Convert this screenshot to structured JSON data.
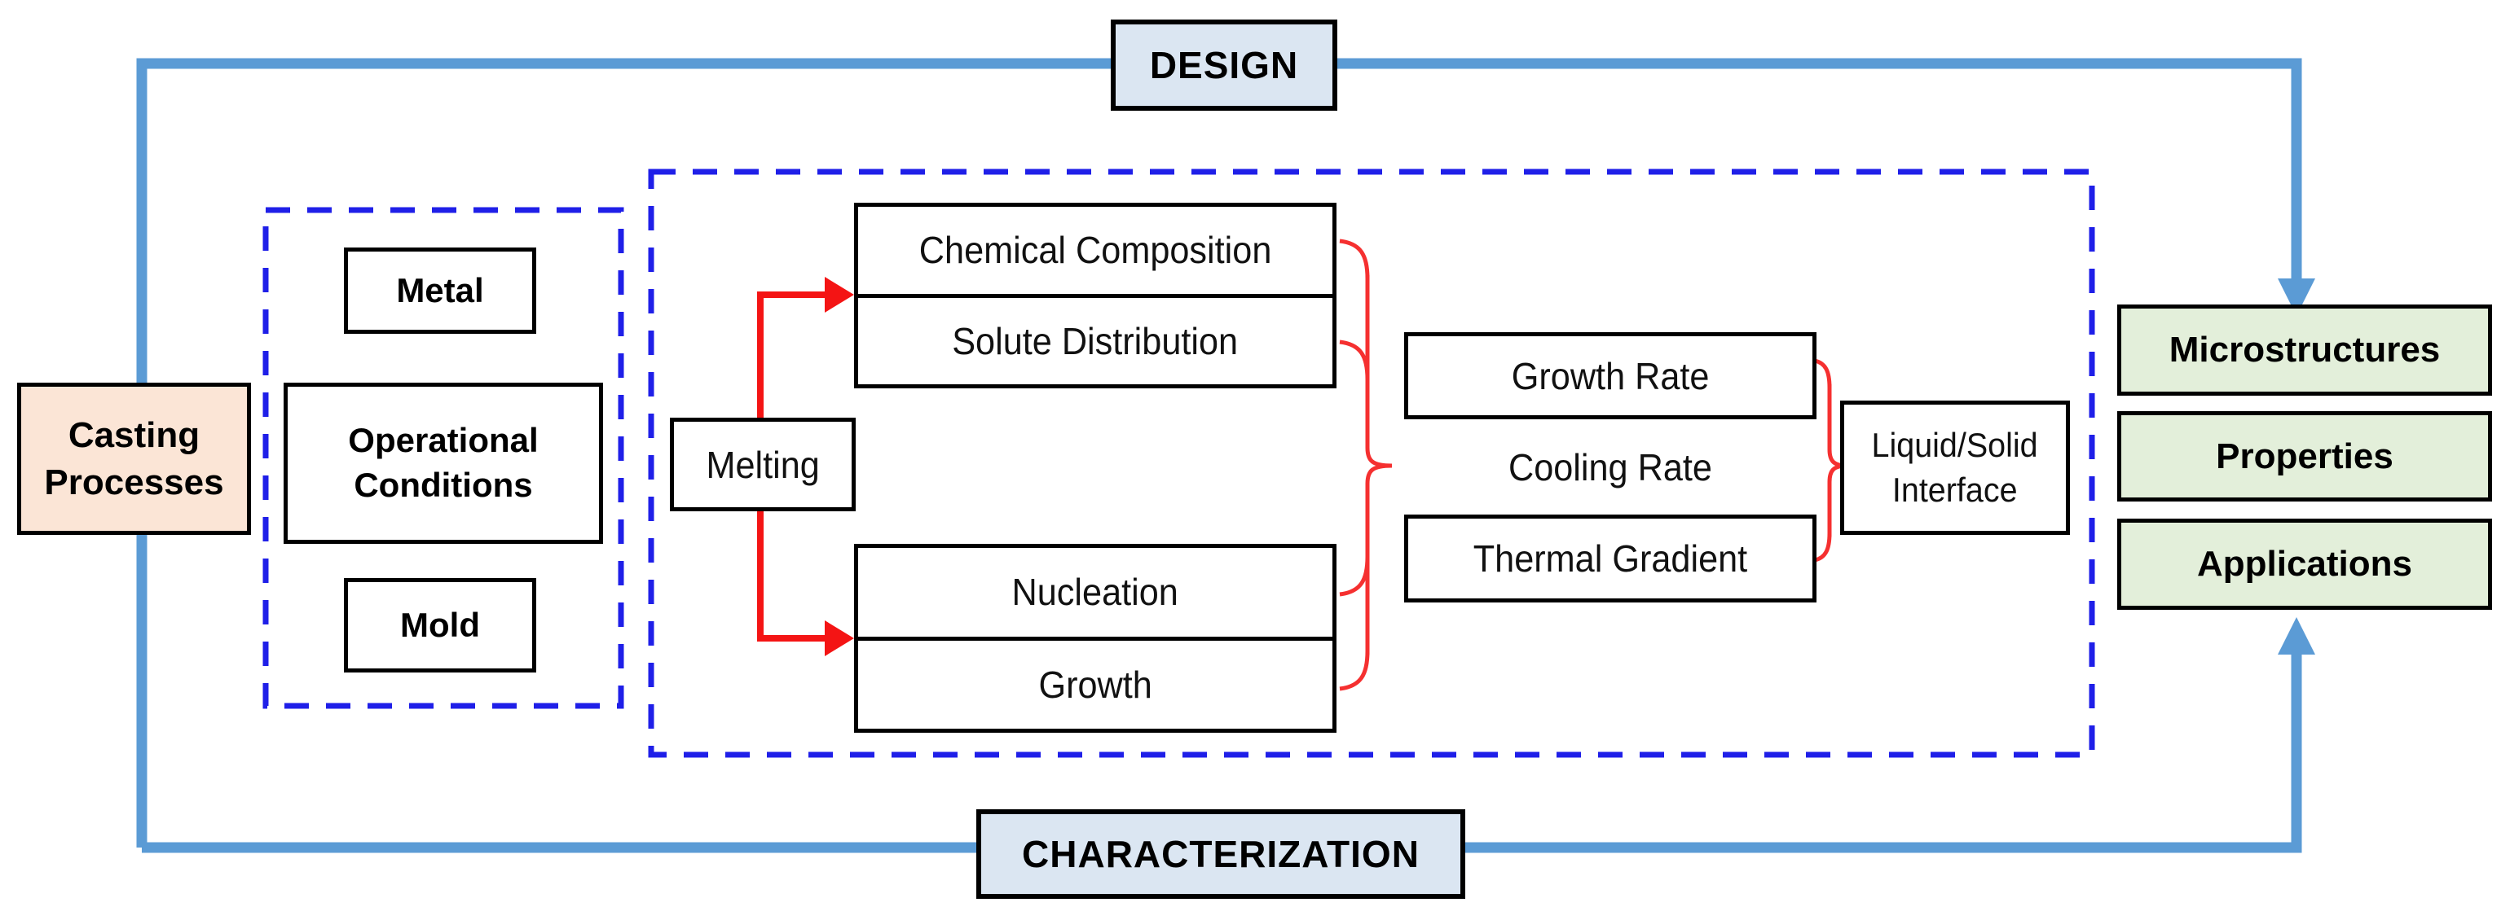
{
  "nodes": {
    "design": "DESIGN",
    "characterization": "CHARACTERIZATION",
    "casting_line1": "Casting",
    "casting_line2": "Processes",
    "metal": "Metal",
    "operational_line1": "Operational",
    "operational_line2": "Conditions",
    "mold": "Mold",
    "melting": "Melting",
    "chemical_composition": "Chemical Composition",
    "solute_distribution": "Solute Distribution",
    "nucleation": "Nucleation",
    "growth": "Growth",
    "growth_rate": "Growth Rate",
    "cooling_rate": "Cooling Rate",
    "thermal_gradient": "Thermal Gradient",
    "liquid_solid_line1": "Liquid/Solid",
    "liquid_solid_line2": "Interface",
    "microstructures": "Microstructures",
    "properties": "Properties",
    "applications": "Applications"
  },
  "colors": {
    "connector_blue": "#5b9bd5",
    "dashed_blue": "#1f1fe8",
    "arrow_red": "#f41414",
    "brace_red": "#f53030",
    "fill_blue": "#dbe6f2",
    "fill_peach": "#fbe5d6",
    "fill_green": "#e3efda",
    "border_black": "#000000"
  }
}
